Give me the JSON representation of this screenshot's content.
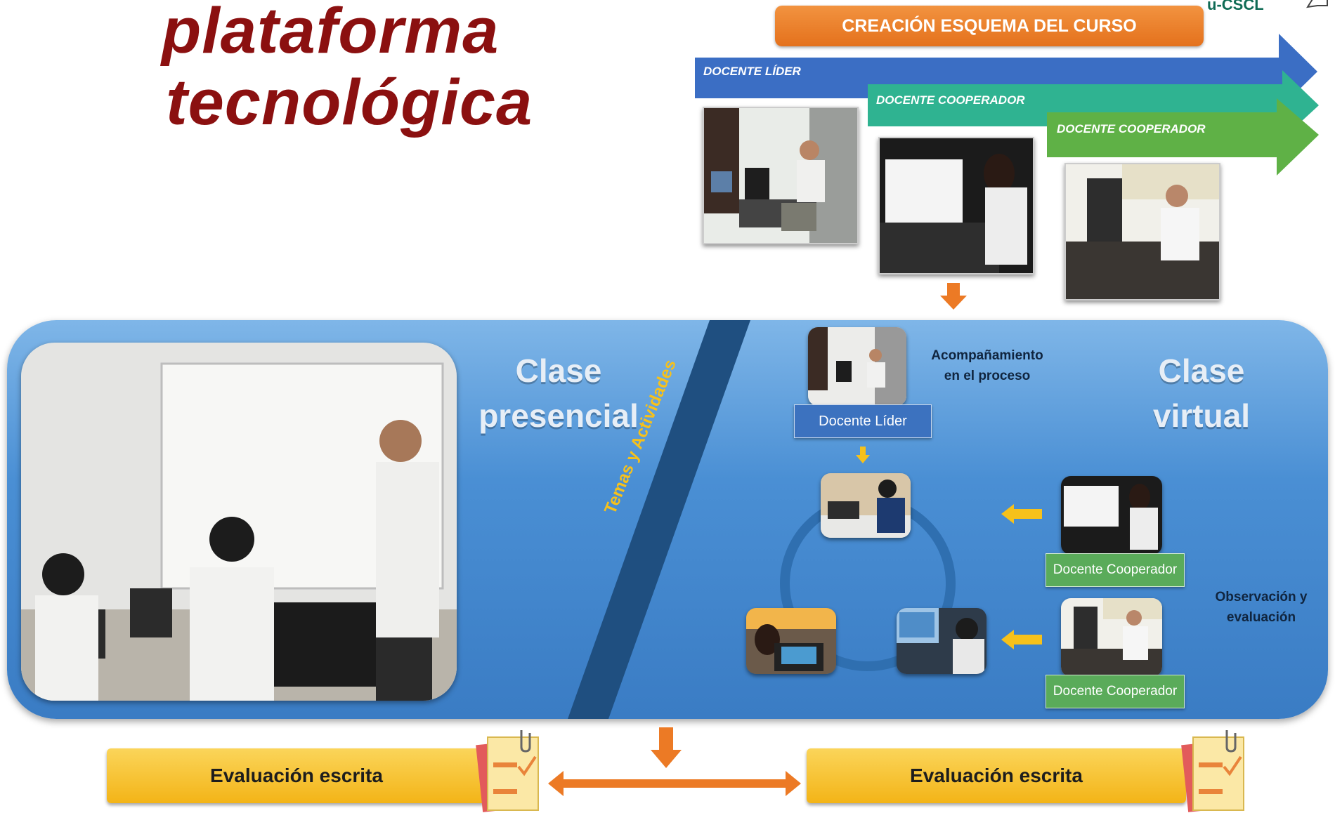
{
  "title": {
    "line1": "plataforma",
    "line2": "tecnológica"
  },
  "logo": "u-CSCL",
  "top_flow": {
    "header": "CREACIÓN ESQUEMA DEL CURSO",
    "arrows": [
      {
        "label": "DOCENTE LÍDER",
        "color": "#3b6ec4"
      },
      {
        "label": "DOCENTE COOPERADOR",
        "color": "#2fb391"
      },
      {
        "label": "DOCENTE COOPERADOR",
        "color": "#5fb146"
      }
    ]
  },
  "panel": {
    "presencial_title": "Clase presencial",
    "presencial_line1": "Clase",
    "presencial_line2": "presencial",
    "virtual_line1": "Clase",
    "virtual_line2": "virtual",
    "band_label": "Temas y Actividades",
    "acompanamiento_line1": "Acompañamiento",
    "acompanamiento_line2": "en el proceso",
    "docente_lider": "Docente Líder",
    "docente_cooperador_1": "Docente Cooperador",
    "docente_cooperador_2": "Docente Cooperador",
    "observacion_line1": "Observación y",
    "observacion_line2": "evaluación"
  },
  "bottom": {
    "eval_left": "Evaluación escrita",
    "eval_right": "Evaluación escrita"
  },
  "colors": {
    "title": "#8b1010",
    "orange": "#ec7a25",
    "yellow_arrow": "#f6c11b",
    "panel_blue": "#4a8fd4",
    "band": "#1f4f80"
  }
}
